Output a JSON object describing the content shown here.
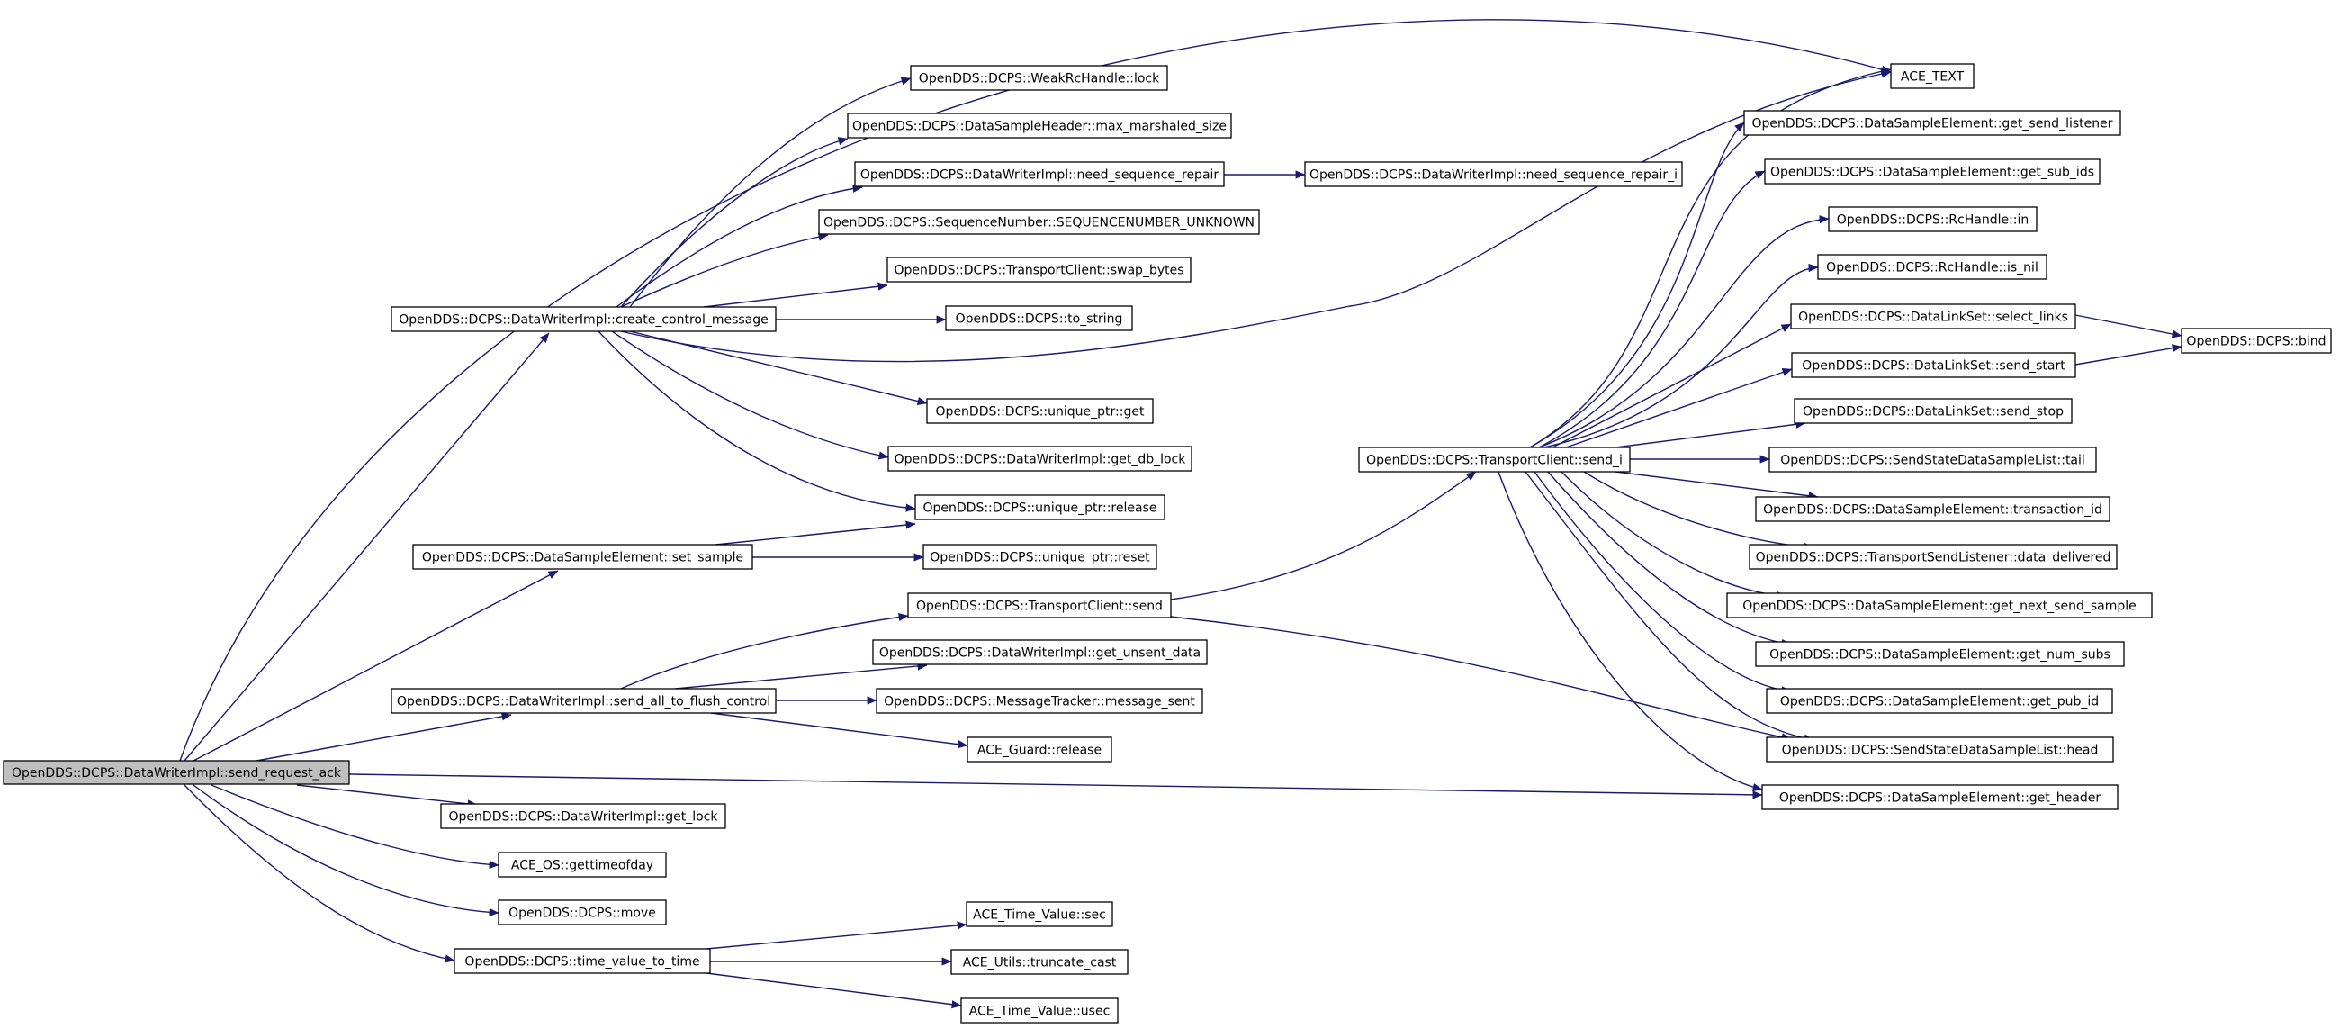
{
  "nodes": [
    {
      "id": "send_request_ack",
      "label": "OpenDDS::DCPS::DataWriterImpl::send_request_ack",
      "root": true
    },
    {
      "id": "create_control_message",
      "label": "OpenDDS::DCPS::DataWriterImpl::create_control_message"
    },
    {
      "id": "set_sample",
      "label": "OpenDDS::DCPS::DataSampleElement::set_sample"
    },
    {
      "id": "send_all_to_flush_control",
      "label": "OpenDDS::DCPS::DataWriterImpl::send_all_to_flush_control"
    },
    {
      "id": "get_lock",
      "label": "OpenDDS::DCPS::DataWriterImpl::get_lock"
    },
    {
      "id": "gettimeofday",
      "label": "ACE_OS::gettimeofday"
    },
    {
      "id": "move",
      "label": "OpenDDS::DCPS::move"
    },
    {
      "id": "time_value_to_time",
      "label": "OpenDDS::DCPS::time_value_to_time"
    },
    {
      "id": "ace_text",
      "label": "ACE_TEXT"
    },
    {
      "id": "weak_lock",
      "label": "OpenDDS::DCPS::WeakRcHandle::lock"
    },
    {
      "id": "max_marshaled_size",
      "label": "OpenDDS::DCPS::DataSampleHeader::max_marshaled_size"
    },
    {
      "id": "need_sequence_repair",
      "label": "OpenDDS::DCPS::DataWriterImpl::need_sequence_repair"
    },
    {
      "id": "need_sequence_repair_i",
      "label": "OpenDDS::DCPS::DataWriterImpl::need_sequence_repair_i"
    },
    {
      "id": "seq_unknown",
      "label": "OpenDDS::DCPS::SequenceNumber::SEQUENCENUMBER_UNKNOWN"
    },
    {
      "id": "swap_bytes",
      "label": "OpenDDS::DCPS::TransportClient::swap_bytes"
    },
    {
      "id": "to_string",
      "label": "OpenDDS::DCPS::to_string"
    },
    {
      "id": "uptr_get",
      "label": "OpenDDS::DCPS::unique_ptr::get"
    },
    {
      "id": "get_db_lock",
      "label": "OpenDDS::DCPS::DataWriterImpl::get_db_lock"
    },
    {
      "id": "uptr_release",
      "label": "OpenDDS::DCPS::unique_ptr::release"
    },
    {
      "id": "uptr_reset",
      "label": "OpenDDS::DCPS::unique_ptr::reset"
    },
    {
      "id": "tc_send",
      "label": "OpenDDS::DCPS::TransportClient::send"
    },
    {
      "id": "get_unsent_data",
      "label": "OpenDDS::DCPS::DataWriterImpl::get_unsent_data"
    },
    {
      "id": "message_sent",
      "label": "OpenDDS::DCPS::MessageTracker::message_sent"
    },
    {
      "id": "guard_release",
      "label": "ACE_Guard::release"
    },
    {
      "id": "tv_sec",
      "label": "ACE_Time_Value::sec"
    },
    {
      "id": "truncate_cast",
      "label": "ACE_Utils::truncate_cast"
    },
    {
      "id": "tv_usec",
      "label": "ACE_Time_Value::usec"
    },
    {
      "id": "send_i",
      "label": "OpenDDS::DCPS::TransportClient::send_i"
    },
    {
      "id": "get_send_listener",
      "label": "OpenDDS::DCPS::DataSampleElement::get_send_listener"
    },
    {
      "id": "get_sub_ids",
      "label": "OpenDDS::DCPS::DataSampleElement::get_sub_ids"
    },
    {
      "id": "rc_in",
      "label": "OpenDDS::DCPS::RcHandle::in"
    },
    {
      "id": "rc_is_nil",
      "label": "OpenDDS::DCPS::RcHandle::is_nil"
    },
    {
      "id": "select_links",
      "label": "OpenDDS::DCPS::DataLinkSet::select_links"
    },
    {
      "id": "send_start",
      "label": "OpenDDS::DCPS::DataLinkSet::send_start"
    },
    {
      "id": "send_stop",
      "label": "OpenDDS::DCPS::DataLinkSet::send_stop"
    },
    {
      "id": "ss_tail",
      "label": "OpenDDS::DCPS::SendStateDataSampleList::tail"
    },
    {
      "id": "transaction_id",
      "label": "OpenDDS::DCPS::DataSampleElement::transaction_id"
    },
    {
      "id": "data_delivered",
      "label": "OpenDDS::DCPS::TransportSendListener::data_delivered"
    },
    {
      "id": "get_next_send_sample",
      "label": "OpenDDS::DCPS::DataSampleElement::get_next_send_sample"
    },
    {
      "id": "get_num_subs",
      "label": "OpenDDS::DCPS::DataSampleElement::get_num_subs"
    },
    {
      "id": "get_pub_id",
      "label": "OpenDDS::DCPS::DataSampleElement::get_pub_id"
    },
    {
      "id": "ss_head",
      "label": "OpenDDS::DCPS::SendStateDataSampleList::head"
    },
    {
      "id": "get_header",
      "label": "OpenDDS::DCPS::DataSampleElement::get_header"
    },
    {
      "id": "bind",
      "label": "OpenDDS::DCPS::bind"
    }
  ],
  "edges": [
    [
      "send_request_ack",
      "ace_text"
    ],
    [
      "send_request_ack",
      "create_control_message"
    ],
    [
      "send_request_ack",
      "set_sample"
    ],
    [
      "send_request_ack",
      "send_all_to_flush_control"
    ],
    [
      "send_request_ack",
      "get_header"
    ],
    [
      "send_request_ack",
      "get_lock"
    ],
    [
      "send_request_ack",
      "gettimeofday"
    ],
    [
      "send_request_ack",
      "move"
    ],
    [
      "send_request_ack",
      "time_value_to_time"
    ],
    [
      "create_control_message",
      "weak_lock"
    ],
    [
      "create_control_message",
      "max_marshaled_size"
    ],
    [
      "create_control_message",
      "need_sequence_repair"
    ],
    [
      "create_control_message",
      "seq_unknown"
    ],
    [
      "create_control_message",
      "swap_bytes"
    ],
    [
      "create_control_message",
      "to_string"
    ],
    [
      "create_control_message",
      "ace_text"
    ],
    [
      "create_control_message",
      "uptr_get"
    ],
    [
      "create_control_message",
      "get_db_lock"
    ],
    [
      "create_control_message",
      "uptr_release"
    ],
    [
      "need_sequence_repair",
      "need_sequence_repair_i"
    ],
    [
      "set_sample",
      "uptr_release"
    ],
    [
      "set_sample",
      "uptr_reset"
    ],
    [
      "send_all_to_flush_control",
      "tc_send"
    ],
    [
      "send_all_to_flush_control",
      "get_unsent_data"
    ],
    [
      "send_all_to_flush_control",
      "message_sent"
    ],
    [
      "send_all_to_flush_control",
      "guard_release"
    ],
    [
      "time_value_to_time",
      "tv_sec"
    ],
    [
      "time_value_to_time",
      "truncate_cast"
    ],
    [
      "time_value_to_time",
      "tv_usec"
    ],
    [
      "tc_send",
      "send_i"
    ],
    [
      "tc_send",
      "ss_head"
    ],
    [
      "send_i",
      "ace_text"
    ],
    [
      "send_i",
      "get_send_listener"
    ],
    [
      "send_i",
      "get_sub_ids"
    ],
    [
      "send_i",
      "rc_in"
    ],
    [
      "send_i",
      "rc_is_nil"
    ],
    [
      "send_i",
      "select_links"
    ],
    [
      "send_i",
      "send_start"
    ],
    [
      "send_i",
      "send_stop"
    ],
    [
      "send_i",
      "ss_tail"
    ],
    [
      "send_i",
      "transaction_id"
    ],
    [
      "send_i",
      "data_delivered"
    ],
    [
      "send_i",
      "get_next_send_sample"
    ],
    [
      "send_i",
      "get_num_subs"
    ],
    [
      "send_i",
      "get_pub_id"
    ],
    [
      "send_i",
      "ss_head"
    ],
    [
      "send_i",
      "get_header"
    ],
    [
      "select_links",
      "bind"
    ],
    [
      "send_start",
      "bind"
    ]
  ]
}
